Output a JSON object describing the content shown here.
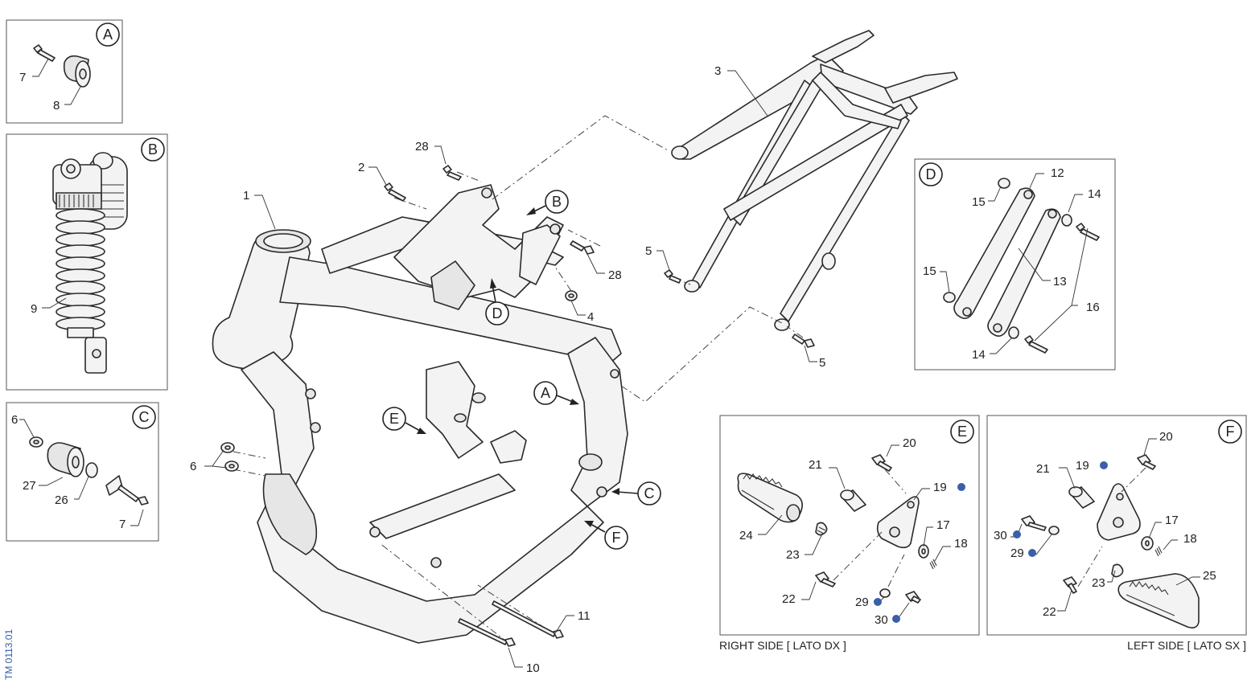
{
  "reference_code": "TM 0113.01",
  "side_labels": {
    "right": "RIGHT SIDE [ LATO DX ]",
    "left": "LEFT SIDE [ LATO SX ]"
  },
  "detail_letters": [
    "A",
    "B",
    "C",
    "D",
    "E",
    "F"
  ],
  "callouts": {
    "main": [
      "1",
      "2",
      "28",
      "28",
      "4",
      "6",
      "10",
      "11",
      "3",
      "5",
      "5"
    ],
    "box_a": [
      "7",
      "8"
    ],
    "box_b": [
      "9"
    ],
    "box_c": [
      "6",
      "27",
      "26",
      "7"
    ],
    "box_d": [
      "15",
      "12",
      "14",
      "15",
      "13",
      "16",
      "14"
    ],
    "box_e": [
      "20",
      "21",
      "19",
      "24",
      "17",
      "18",
      "23",
      "22",
      "29",
      "30"
    ],
    "box_f": [
      "20",
      "21",
      "19",
      "30",
      "29",
      "17",
      "18",
      "23",
      "25",
      "22"
    ]
  },
  "marker_color": "#3b5fa8"
}
